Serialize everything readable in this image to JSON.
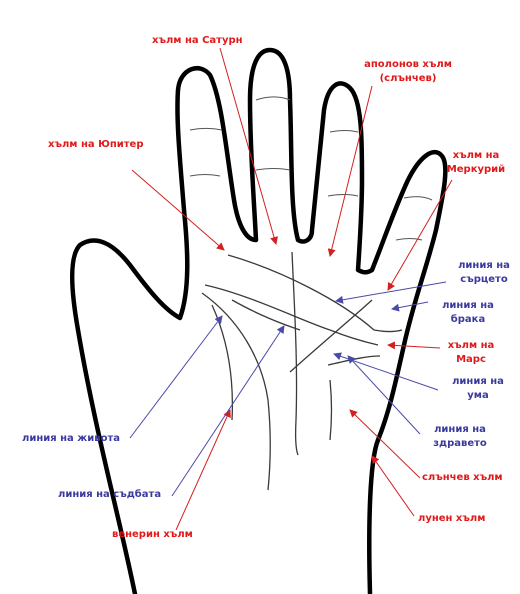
{
  "colors": {
    "red_label": "#e01a1a",
    "blue_label": "#3a3a9e",
    "red_arrow": "#d42020",
    "blue_arrow": "#4a4aa8",
    "outline": "#000000",
    "palm_line": "#3a3a3a"
  },
  "labels": {
    "saturn": "хълм на Сатурн",
    "apollo_1": "аполонов хълм",
    "apollo_2": "(слънчев)",
    "jupiter": "хълм на Юпитер",
    "mercury_1": "хълм на",
    "mercury_2": "Меркурий",
    "heart_1": "линия на",
    "heart_2": "сърцето",
    "marriage_1": "линия на",
    "marriage_2": "брака",
    "mars_1": "хълм на",
    "mars_2": "Марс",
    "head_1": "линия на",
    "head_2": "ума",
    "health_1": "линия на",
    "health_2": "здравето",
    "life": "линия на живота",
    "fate": "линия на съдбата",
    "sun_mount": "слънчев хълм",
    "venus": "венерин хълм",
    "moon": "лунен хълм"
  }
}
